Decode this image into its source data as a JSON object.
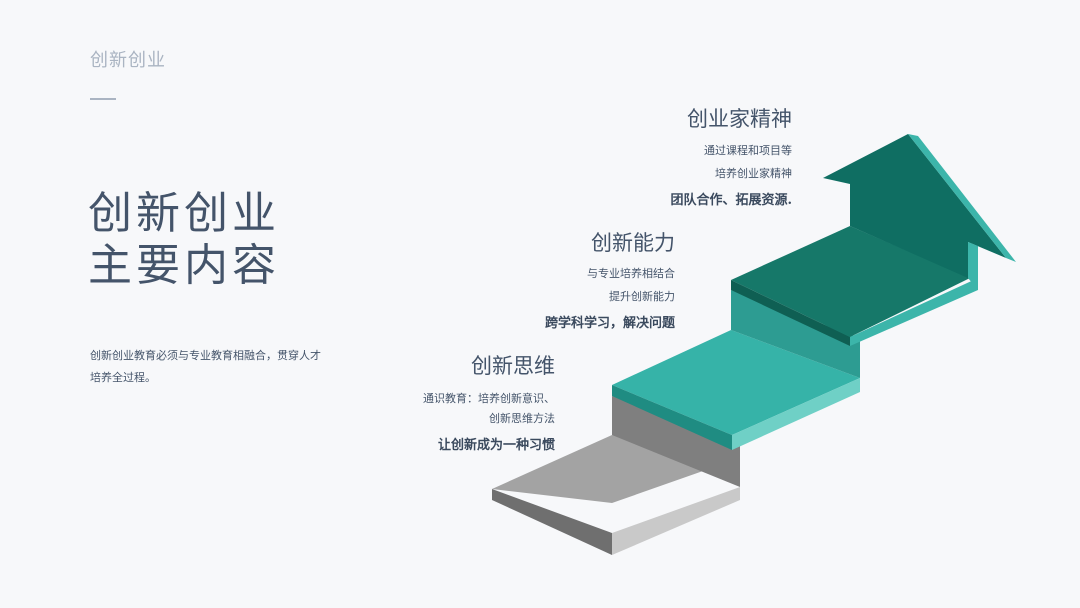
{
  "header": {
    "section_label": "创新创业"
  },
  "main": {
    "title_line1": "创新创业",
    "title_line2": "主要内容",
    "description": "创新创业教育必须与专业教育相融合，贯穿人才培养全过程。"
  },
  "steps": [
    {
      "title": "创新思维",
      "lines": [
        "通识教育：培养创新意识、",
        "创新思维方法"
      ],
      "highlight": "让创新成为一种习惯"
    },
    {
      "title": "创新能力",
      "lines": [
        "与专业培养相结合",
        "提升创新能力"
      ],
      "highlight": "跨学科学习，解决问题"
    },
    {
      "title": "创业家精神",
      "lines": [
        "通过课程和项目等",
        "培养创业家精神"
      ],
      "highlight": "团队合作、拓展资源."
    }
  ],
  "colors": {
    "gray_top": "#a3a3a3",
    "gray_front": "#7f7f7f",
    "gray_side": "#c9c9c9",
    "teal_light": "#36b3a8",
    "teal_mid": "#2d9c92",
    "teal_dark": "#167869",
    "teal_edge": "#5fcfc4",
    "text_dark": "#44546a",
    "text_muted": "#aab4c2"
  }
}
